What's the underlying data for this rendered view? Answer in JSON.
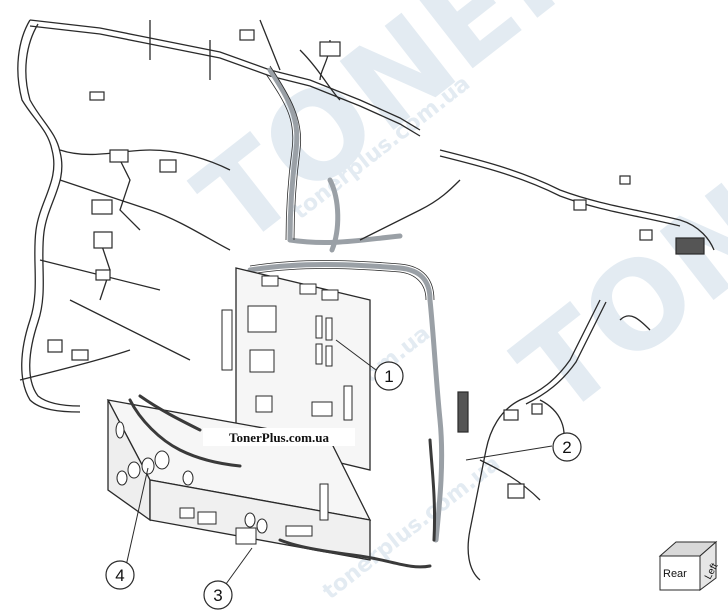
{
  "diagram": {
    "callouts": [
      {
        "id": "callout-1",
        "label": "1"
      },
      {
        "id": "callout-2",
        "label": "2"
      },
      {
        "id": "callout-3",
        "label": "3"
      },
      {
        "id": "callout-4",
        "label": "4"
      }
    ],
    "watermark_main": "TONER",
    "watermark_site": "tonerplus.com.ua",
    "site_label": "TonerPlus.com.ua",
    "orientation": {
      "rear": "Rear",
      "left": "Left"
    }
  },
  "colors": {
    "line": "#2a2a2a",
    "cable_gray": "#9aa0a6",
    "board_fill": "#f6f6f6",
    "watermark": "#dfe8f0"
  }
}
